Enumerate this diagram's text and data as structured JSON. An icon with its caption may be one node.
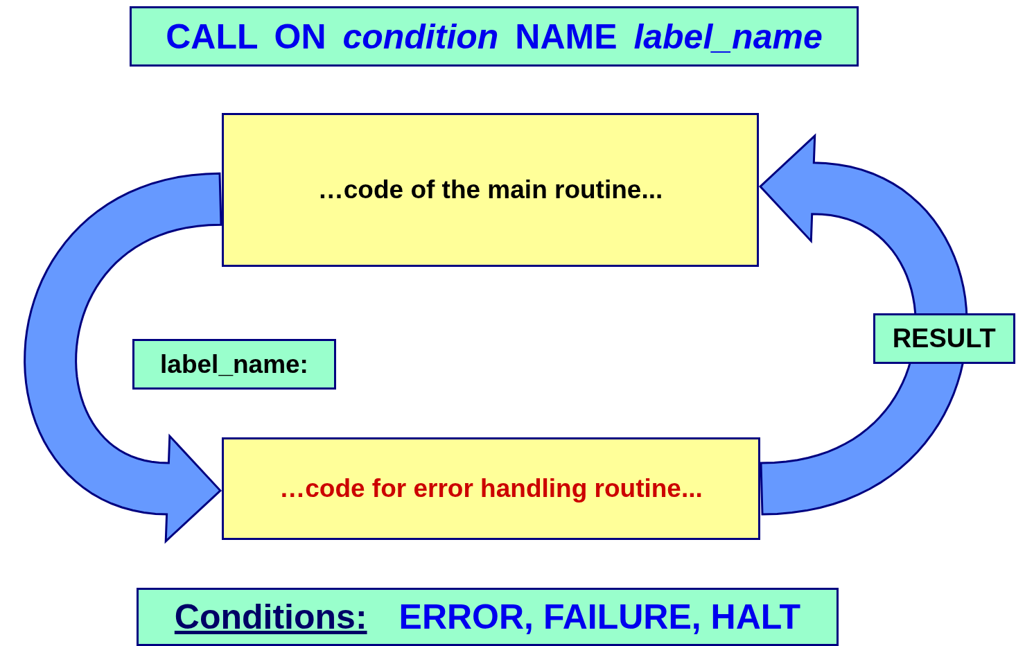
{
  "diagram": {
    "nodes": [
      {
        "text": [
          "CALL ON *condition* NAME *label_name*"
        ]
      },
      {
        "text": [
          "…code of the main routine..."
        ]
      },
      {
        "text": [
          "label_name:"
        ]
      },
      {
        "text": [
          "…code for error handling routine..."
        ]
      },
      {
        "text": [
          "Conditions:",
          "ERROR, FAILURE, HALT"
        ]
      }
    ],
    "edges": [
      {
        "from": 1,
        "to": 3,
        "arrow": "to"
      },
      {
        "from": 3,
        "to": 1,
        "arrow": "to",
        "label": "RESULT"
      }
    ]
  }
}
